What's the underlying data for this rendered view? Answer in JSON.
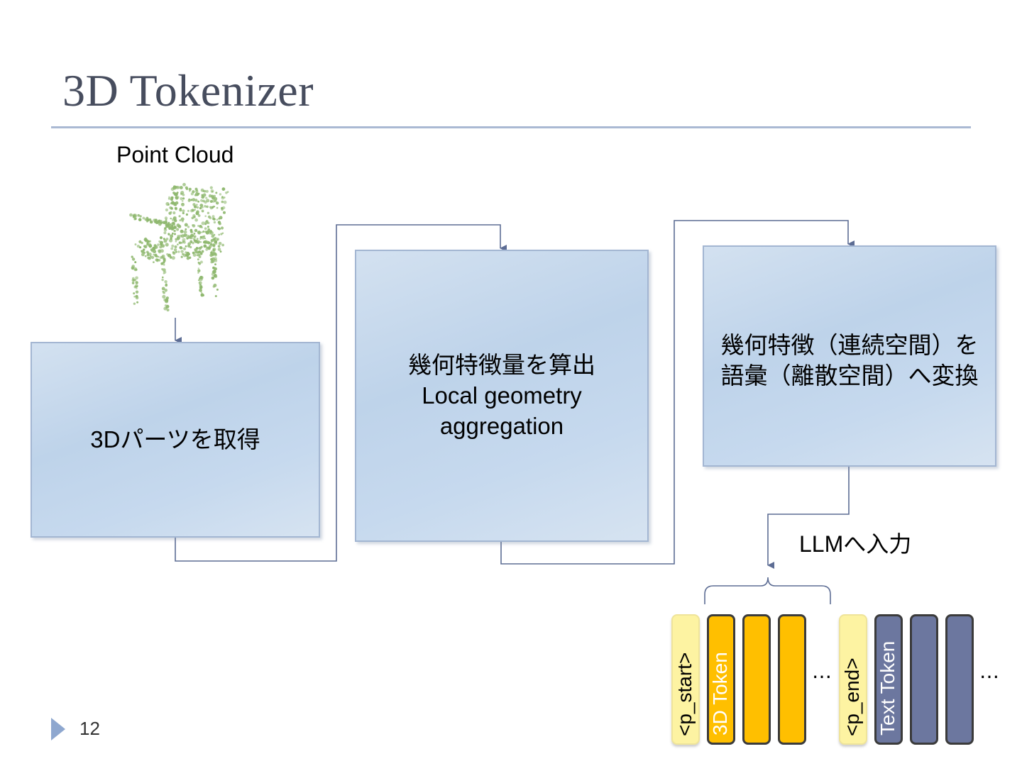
{
  "slide": {
    "title": "3D Tokenizer",
    "page_number": "12"
  },
  "point_cloud": {
    "label": "Point Cloud",
    "image": "chair-point-cloud"
  },
  "steps": [
    {
      "text": "3Dパーツを取得"
    },
    {
      "text": "幾何特徴量を算出\nLocal geometry\naggregation"
    },
    {
      "text": "幾何特徴（連続空間）を\n語彙（離散空間）へ変換"
    }
  ],
  "llm_input": {
    "label": "LLMへ入力"
  },
  "tokens": {
    "p_start": "<p_start>",
    "three_d": "3D Token",
    "p_end": "<p_end>",
    "text": "Text Token",
    "ellipsis": "…"
  },
  "colors": {
    "box_fill": "#c4d8ed",
    "connector": "#5d6d94",
    "token_special": "#fdf3a2",
    "token_3d": "#ffbf00",
    "token_text": "#6c779f"
  }
}
